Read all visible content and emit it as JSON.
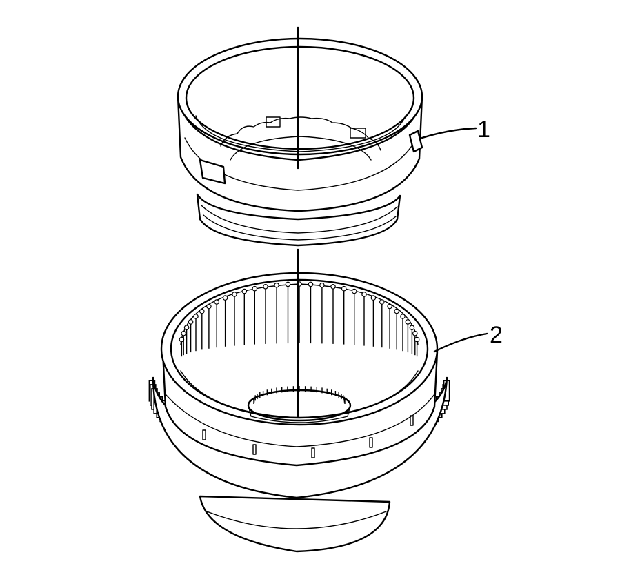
{
  "callouts": [
    {
      "id": "1",
      "label": "1"
    },
    {
      "id": "2",
      "label": "2"
    }
  ],
  "icons": {
    "part1": "upper-ring-piece",
    "part2": "toothed-gear-housing"
  }
}
